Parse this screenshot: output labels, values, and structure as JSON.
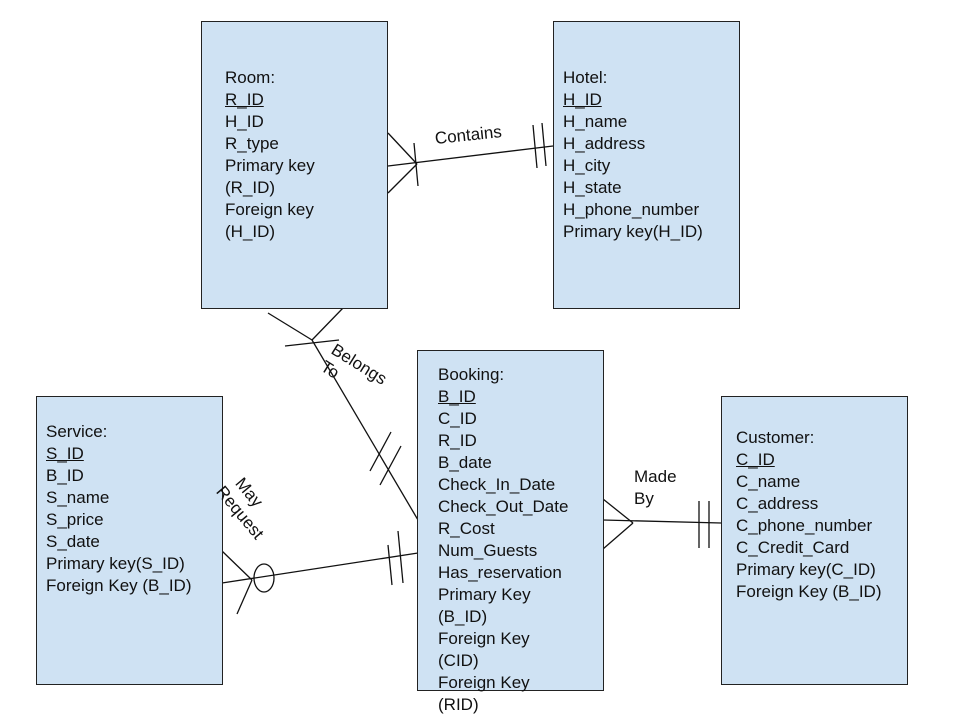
{
  "entities": {
    "room": {
      "title": "Room:",
      "pk_attr": "R_ID",
      "attrs": [
        "H_ID",
        "R_type",
        "Primary key",
        "(R_ID)",
        "Foreign key",
        "(H_ID)"
      ]
    },
    "hotel": {
      "title": "Hotel:",
      "pk_attr": "H_ID",
      "attrs": [
        "H_name",
        "H_address",
        "H_city",
        "H_state",
        "H_phone_number",
        "Primary key(H_ID)"
      ]
    },
    "service": {
      "title": "Service:",
      "pk_attr": "S_ID",
      "attrs": [
        "B_ID",
        "S_name",
        "S_price",
        "S_date",
        "Primary key(S_ID)",
        "Foreign Key (B_ID)"
      ]
    },
    "booking": {
      "title": "Booking:",
      "pk_attr": "B_ID",
      "attrs": [
        "C_ID",
        "R_ID",
        "B_date",
        "Check_In_Date",
        "Check_Out_Date",
        "R_Cost",
        "Num_Guests",
        "Has_reservation",
        "Primary Key",
        "(B_ID)",
        "Foreign Key",
        "(CID)",
        "Foreign Key",
        "(RID)"
      ]
    },
    "customer": {
      "title": "Customer:",
      "pk_attr": "C_ID",
      "attrs": [
        "C_name",
        "C_address",
        "C_phone_number",
        "C_Credit_Card",
        "Primary key(C_ID)",
        "Foreign Key (B_ID)"
      ]
    }
  },
  "relationships": {
    "contains": {
      "label": "Contains"
    },
    "belongs_to": {
      "label_line1": "Belongs",
      "label_line2": "To"
    },
    "may_request": {
      "label_line1": "May",
      "label_line2": "Request"
    },
    "made_by": {
      "label_line1": "Made",
      "label_line2": "By"
    }
  },
  "colors": {
    "entity_fill": "#cfe2f3",
    "line": "#111111"
  }
}
